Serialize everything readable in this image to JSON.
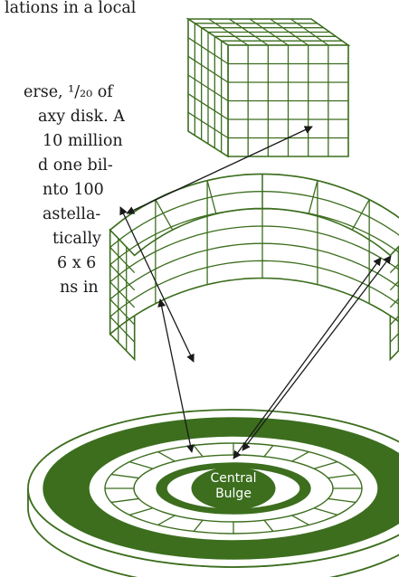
{
  "text_lines": [
    "lations in a local",
    "erse, ¹/₂₀ of",
    "axy disk. A",
    "10 million",
    "d one bil-",
    "nto 100",
    "astella-",
    "tically",
    "6 x 6",
    "ns in"
  ],
  "bulge_label": {
    "line1": "Central",
    "line2": "Bulge"
  },
  "colors": {
    "green": "#3c6e1e",
    "line": "#1a1a1a",
    "background": "#ffffff"
  }
}
